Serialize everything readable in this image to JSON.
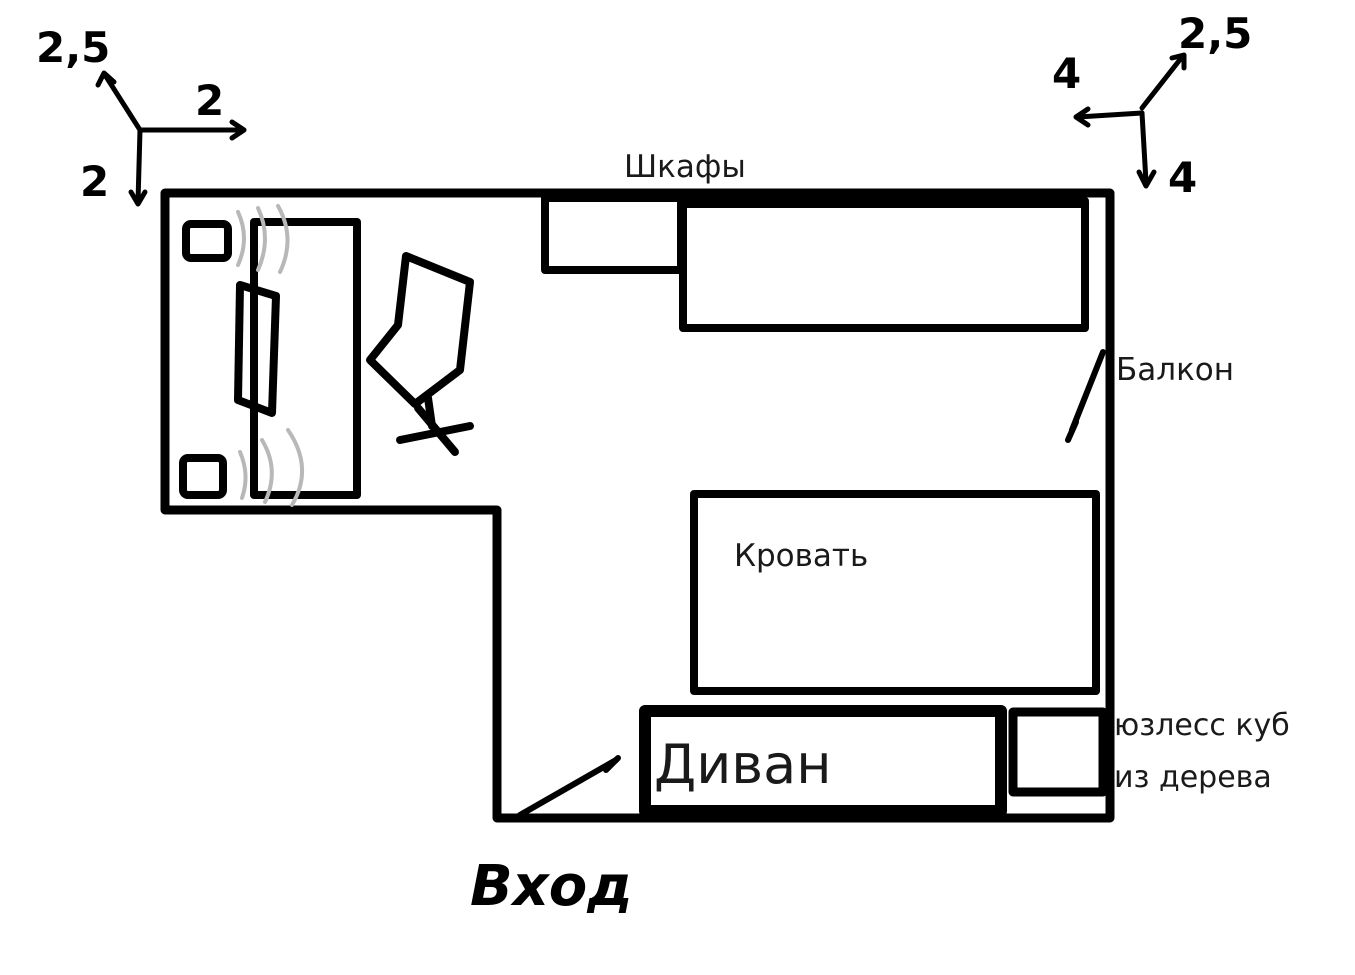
{
  "labels": {
    "wardrobes": "Шкафы",
    "balcony": "Балкон",
    "bed": "Кровать",
    "sofa": "Диван",
    "cube_line1": "юзлесс куб",
    "cube_line2": "из дерева",
    "entrance": "Вход"
  },
  "dimensions_left": {
    "up": "2,5",
    "right": "2",
    "down": "2"
  },
  "dimensions_right": {
    "left": "4",
    "up": "2,5",
    "down": "4"
  },
  "colors": {
    "ink": "#000000",
    "sound_waves": "#b8b8b8",
    "background": "#ffffff"
  }
}
